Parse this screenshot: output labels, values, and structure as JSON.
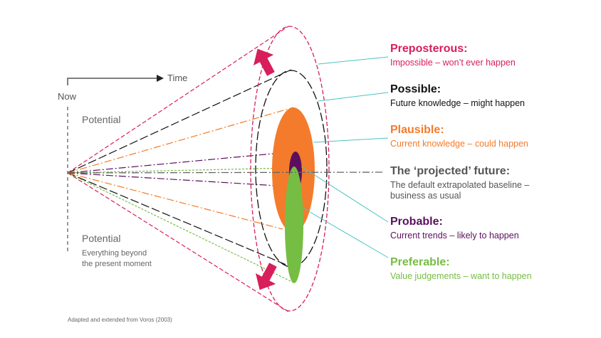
{
  "axis": {
    "now": "Now",
    "time": "Time"
  },
  "left": {
    "potential_top": "Potential",
    "potential_bottom": "Potential",
    "potential_desc_1": "Everything beyond",
    "potential_desc_2": "the present moment"
  },
  "categories": [
    {
      "title": "Preposterous:",
      "desc": "Impossible – won’t ever happen",
      "color": "#d81e5b"
    },
    {
      "title": "Possible:",
      "desc": "Future knowledge – might happen",
      "color": "#111111"
    },
    {
      "title": "Plausible:",
      "desc": "Current knowledge – could happen",
      "color": "#f47b2b"
    },
    {
      "title": "The ‘projected’ future:",
      "desc": "The default extrapolated baseline –",
      "desc2": "business as usual",
      "color": "#555555"
    },
    {
      "title": "Probable:",
      "desc": "Current trends – likely to happen",
      "color": "#5b0f5e"
    },
    {
      "title": "Preferable:",
      "desc": "Value judgements – want to happen",
      "color": "#76bd43"
    }
  ],
  "leader_color": "#4cc3c3",
  "footnote": "Adapted and extended from Voros (2003)"
}
